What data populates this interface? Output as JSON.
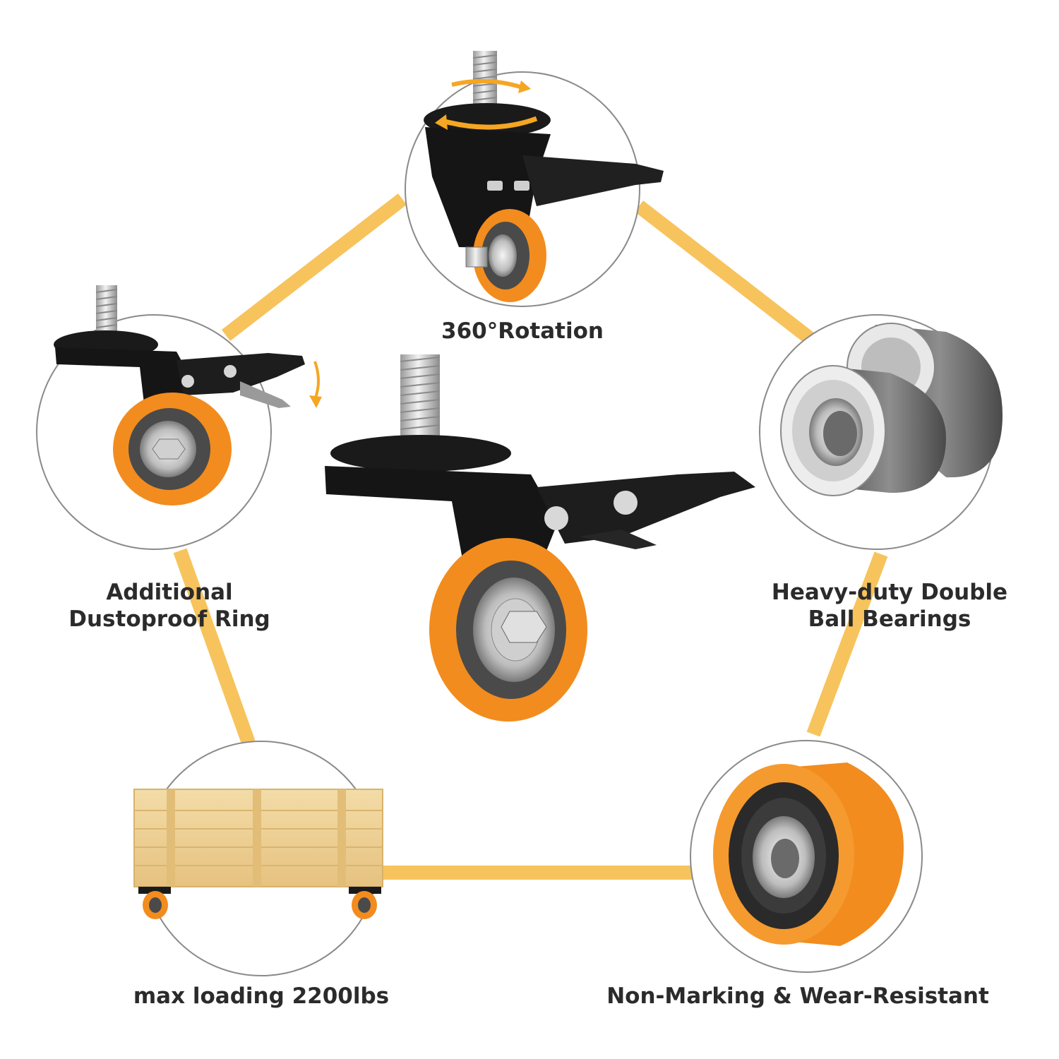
{
  "features": {
    "rotation": "360°Rotation",
    "dustproof_line1": "Additional",
    "dustproof_line2": "Dustoproof Ring",
    "bearings_line1": "Heavy-duty Double",
    "bearings_line2": "Ball Bearings",
    "load": "max loading 2200lbs",
    "wear": "Non-Marking & Wear-Resistant"
  },
  "colors": {
    "connector": "#f7c35c",
    "wheel_orange": "#f28c1e",
    "wheel_core": "#4a4a4a",
    "bracket": "#111111",
    "circle_stroke": "#8a8a8a",
    "crate_wood": "#eed39a",
    "caption_text": "#2b2b2b"
  },
  "icons": [
    "rotation-arrow-icon",
    "brake-arrow-icon"
  ]
}
